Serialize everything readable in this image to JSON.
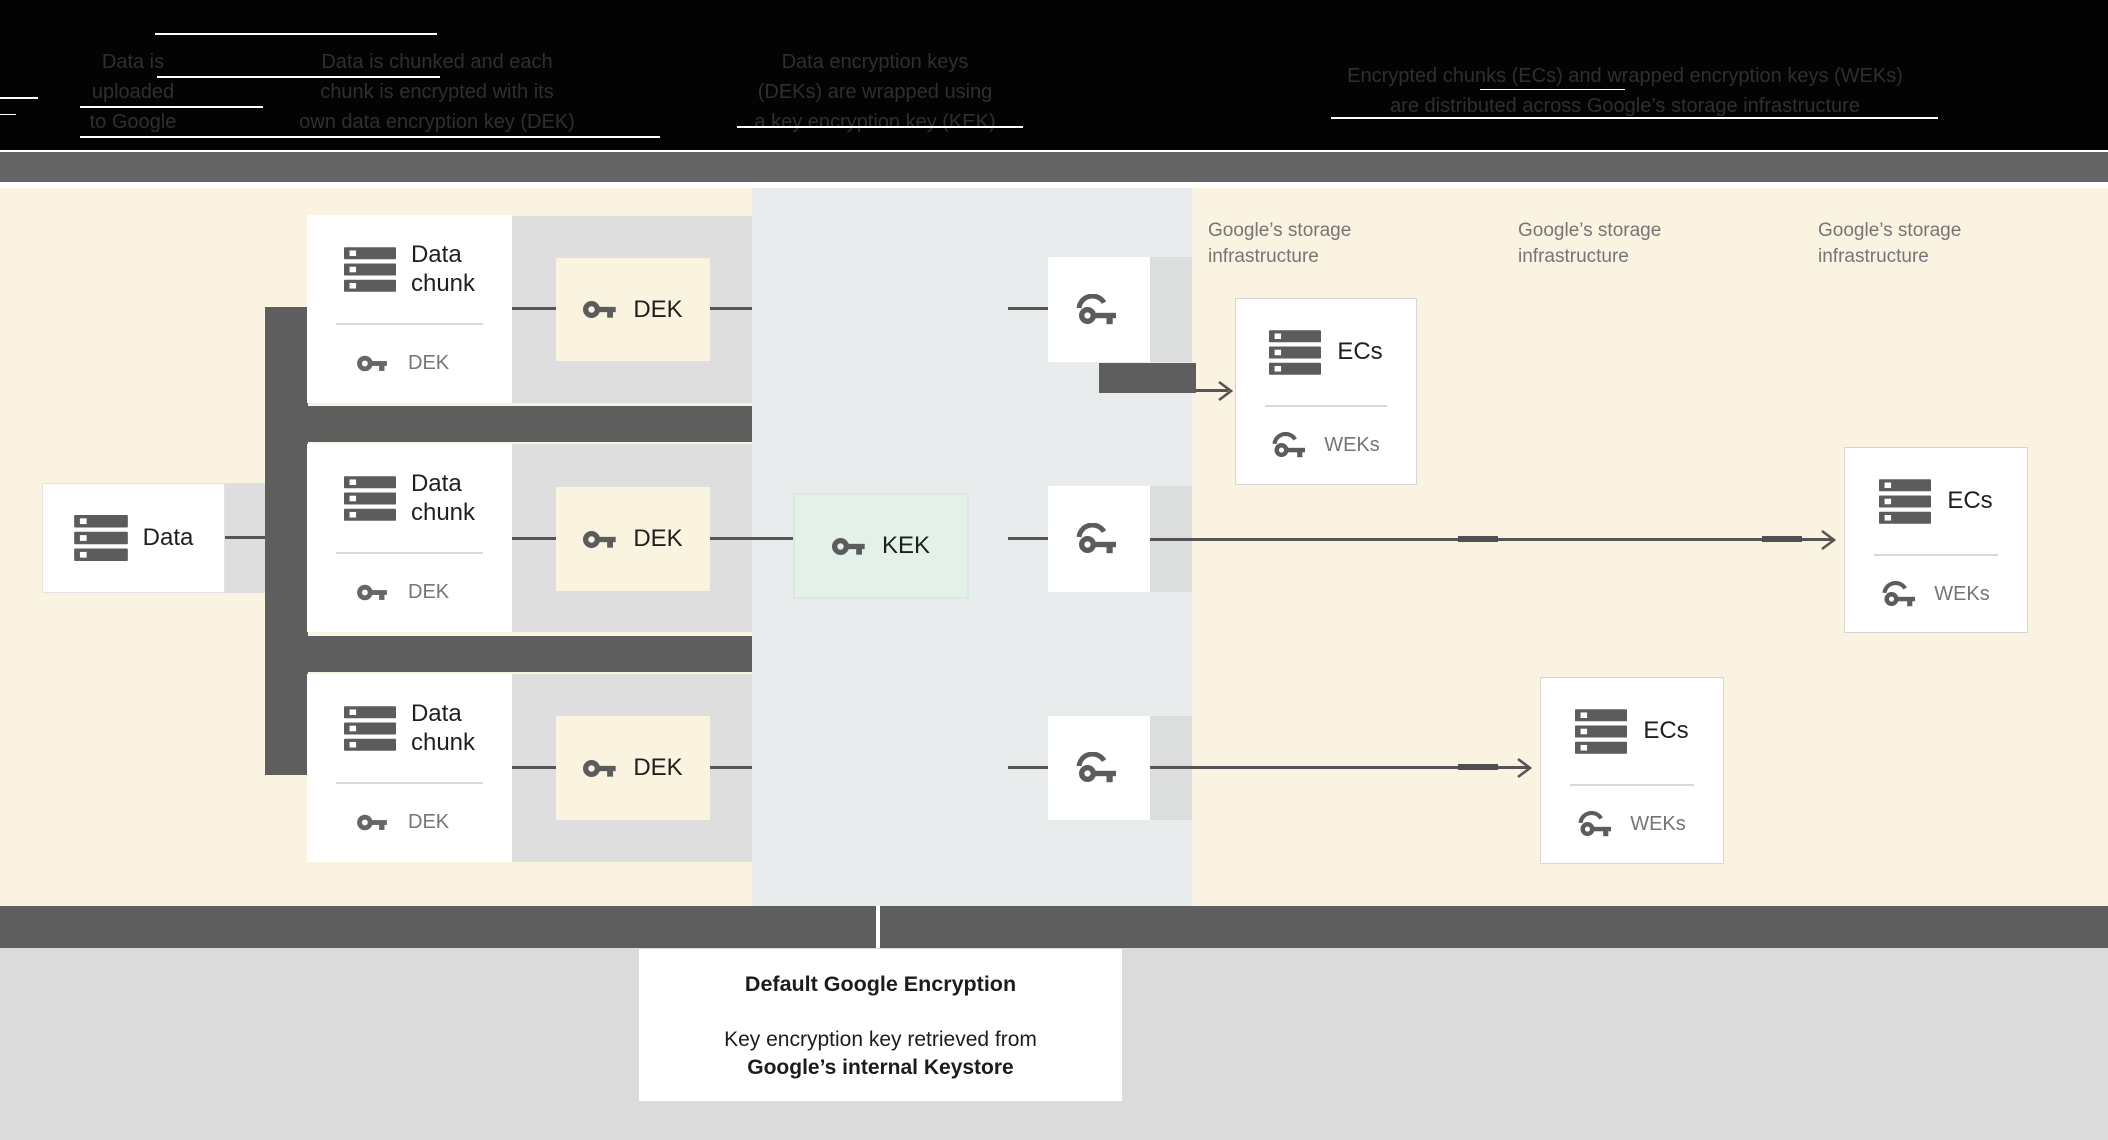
{
  "header": {
    "steps": [
      {
        "lines": [
          "Data is",
          "uploaded",
          "to Google"
        ]
      },
      {
        "lines": [
          "Data is chunked and each",
          "chunk is encrypted with its",
          "own data encryption key (DEK)"
        ]
      },
      {
        "lines": [
          "Data encryption keys",
          "(DEKs) are wrapped using",
          "a key encryption key (KEK)"
        ]
      },
      {
        "lines": [
          "Encrypted chunks (ECs) and wrapped encryption keys (WEKs)",
          "are distributed across Google’s storage infrastructure"
        ]
      }
    ]
  },
  "diagram": {
    "data_box": {
      "label": "Data"
    },
    "chunks": [
      {
        "title_line1": "Data",
        "title_line2": "chunk",
        "key_label": "DEK"
      },
      {
        "title_line1": "Data",
        "title_line2": "chunk",
        "key_label": "DEK"
      },
      {
        "title_line1": "Data",
        "title_line2": "chunk",
        "key_label": "DEK"
      }
    ],
    "deks": [
      {
        "label": "DEK"
      },
      {
        "label": "DEK"
      },
      {
        "label": "DEK"
      }
    ],
    "kek": {
      "label": "KEK"
    },
    "storage_labels": [
      {
        "line1": "Google’s storage",
        "line2": "infrastructure"
      },
      {
        "line1": "Google’s storage",
        "line2": "infrastructure"
      },
      {
        "line1": "Google’s storage",
        "line2": "infrastructure"
      }
    ],
    "ecs": [
      {
        "title": "ECs",
        "key_label": "WEKs"
      },
      {
        "title": "ECs",
        "key_label": "WEKs"
      },
      {
        "title": "ECs",
        "key_label": "WEKs"
      }
    ]
  },
  "caption": {
    "title": "Default Google Encryption",
    "body_line1": "Key encryption key retrieved from",
    "body_line2": "Google’s internal Keystore"
  },
  "colors": {
    "yellow_zone": "#faf3e1",
    "kms_zone": "#e8ecec",
    "dark_gray": "#5e5e5e",
    "light_gray_band": "#dedede",
    "dek_cream": "#faf3df",
    "kek_mint": "#e3f1e9",
    "footer_gray": "#dbdbdb",
    "label_gray": "#757575",
    "line": "#555555",
    "header_bg": "#030303",
    "header_text": "#2f2f2f"
  }
}
